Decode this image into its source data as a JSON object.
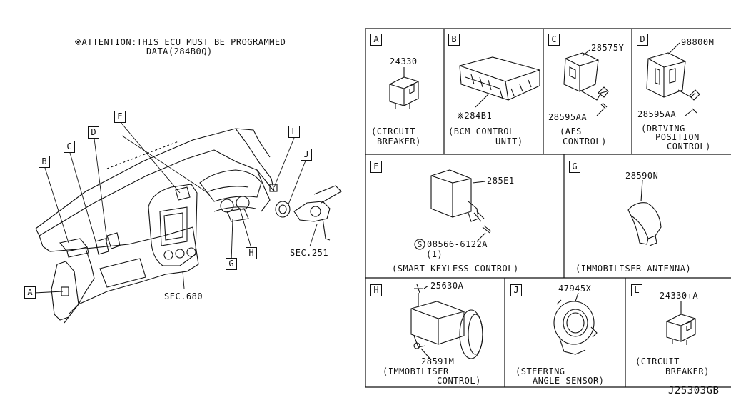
{
  "attention": {
    "line1": "※ATTENTION:THIS ECU MUST BE PROGRAMMED",
    "line2": "DATA(284B0Q)"
  },
  "overview": {
    "callouts": {
      "A": "A",
      "B": "B",
      "C": "C",
      "D": "D",
      "E": "E",
      "G": "G",
      "H": "H",
      "J": "J",
      "L": "L"
    },
    "sec_680": "SEC.680",
    "sec_251": "SEC.251"
  },
  "panels": {
    "A": {
      "letter": "A",
      "part": "24330",
      "caption1": "(CIRCUIT",
      "caption2": "BREAKER)"
    },
    "B": {
      "letter": "B",
      "part": "※284B1",
      "caption1": "(BCM CONTROL",
      "caption2": "UNIT)"
    },
    "C": {
      "letter": "C",
      "part": "28575Y",
      "part2": "28595AA",
      "caption1": "(AFS",
      "caption2": "CONTROL)"
    },
    "D": {
      "letter": "D",
      "part": "98800M",
      "part2": "28595AA",
      "caption1": "(DRIVING",
      "caption2": "POSITION",
      "caption3": "CONTROL)"
    },
    "E": {
      "letter": "E",
      "part": "285E1",
      "screw": "08566-6122A",
      "qty": "(1)",
      "screw_symbol": "S",
      "caption": "(SMART KEYLESS CONTROL)"
    },
    "G": {
      "letter": "G",
      "part": "28590N",
      "caption": "(IMMOBILISER ANTENNA)"
    },
    "H": {
      "letter": "H",
      "part": "25630A",
      "part2": "28591M",
      "caption1": "(IMMOBILISER",
      "caption2": "CONTROL)"
    },
    "J": {
      "letter": "J",
      "part": "47945X",
      "caption1": "(STEERING",
      "caption2": "ANGLE SENSOR)"
    },
    "L": {
      "letter": "L",
      "part": "24330+A",
      "caption1": "(CIRCUIT",
      "caption2": "BREAKER)"
    }
  },
  "diagram_id": "J25303GB"
}
